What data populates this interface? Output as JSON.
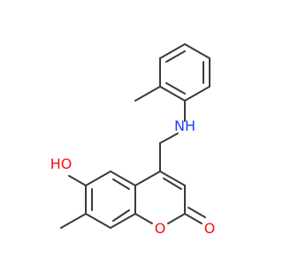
{
  "molecule": {
    "atoms": {
      "nh": {
        "text": "NH",
        "color": "#1f3dff"
      },
      "oh": {
        "text": "HO",
        "color": "#ff0d0d"
      },
      "ring_o": {
        "text": "O",
        "color": "#ff0d0d"
      },
      "carbonyl_o": {
        "text": "O",
        "color": "#ff0d0d"
      }
    },
    "bond_color": "#3a3a3a",
    "background": "#ffffff"
  }
}
